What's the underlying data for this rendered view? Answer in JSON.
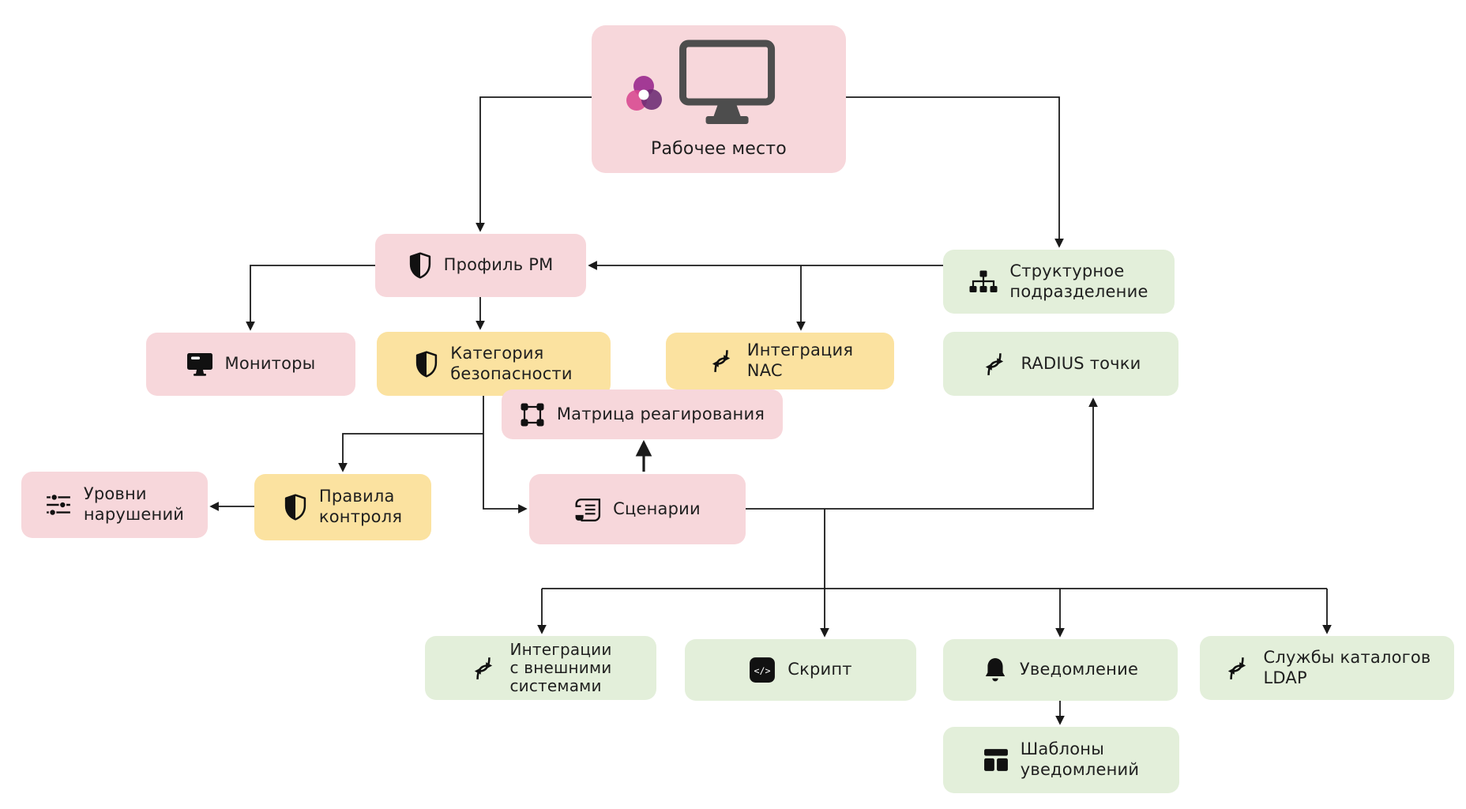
{
  "diagram": {
    "colors": {
      "pink": "#f7d7db",
      "yellow": "#fbe2a0",
      "green": "#e3efda",
      "line": "#1a1a1a"
    },
    "nodes": {
      "workplace": {
        "label": "Рабочее место"
      },
      "profile": {
        "label": "Профиль РМ"
      },
      "structural_unit": {
        "label": "Структурное\nподразделение"
      },
      "monitors": {
        "label": "Мониторы"
      },
      "security_category": {
        "label": "Категория\nбезопасности"
      },
      "nac_integration": {
        "label": "Интеграция\nNAC"
      },
      "radius_points": {
        "label": "RADIUS точки"
      },
      "reaction_matrix": {
        "label": "Матрица реагирования"
      },
      "violation_levels": {
        "label": "Уровни\nнарушений"
      },
      "control_rules": {
        "label": "Правила\nконтроля"
      },
      "scenarios": {
        "label": "Сценарии"
      },
      "external_integrations": {
        "label": "Интеграции\nс внешними\nсистемами"
      },
      "script": {
        "label": "Скрипт"
      },
      "notification": {
        "label": "Уведомление"
      },
      "ldap_services": {
        "label": "Службы каталогов\nLDAP"
      },
      "notification_templates": {
        "label": "Шаблоны\nуведомлений"
      }
    },
    "icons": {
      "workplace": "workstation-monitor-icon",
      "logo": "brand-logo-icon",
      "profile": "shield-icon",
      "structural_unit": "org-chart-icon",
      "monitors": "monitor-icon",
      "security_category": "shield-icon",
      "nac_integration": "integration-icon",
      "radius_points": "integration-icon",
      "reaction_matrix": "matrix-icon",
      "violation_levels": "sliders-icon",
      "control_rules": "shield-icon",
      "scenarios": "scroll-icon",
      "external_integrations": "integration-icon",
      "script": "code-icon",
      "notification": "bell-icon",
      "ldap_services": "integration-icon",
      "notification_templates": "template-grid-icon"
    }
  }
}
